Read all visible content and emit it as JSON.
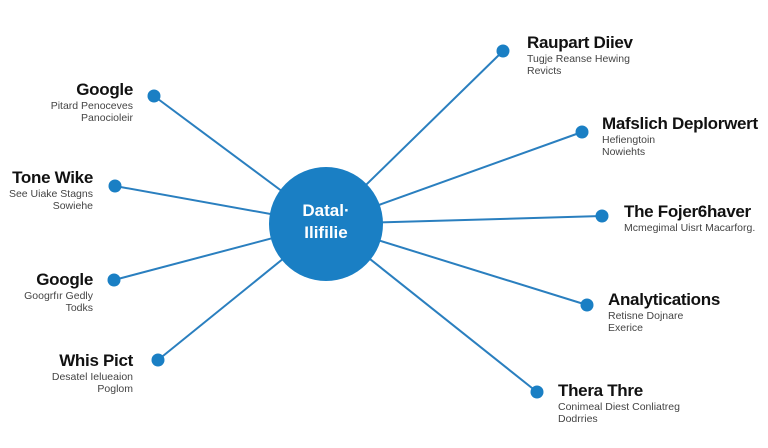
{
  "accent_color": "#1a7fc4",
  "line_color": "#2a7fbf",
  "hub": {
    "line1": "Datal·",
    "line2": "Ilifilie"
  },
  "nodes": [
    {
      "title": "Google",
      "sub1": "Pitard Penoceves",
      "sub2": "Panocioleir"
    },
    {
      "title": "Tone Wike",
      "sub1": "See Uiake Stagns",
      "sub2": "Sowiehe"
    },
    {
      "title": "Google",
      "sub1": "Googrfır Gedly",
      "sub2": "Todks"
    },
    {
      "title": "Whis Pict",
      "sub1": "Desatel Ielueaion",
      "sub2": "Poglom"
    },
    {
      "title": "Raupart Diiev",
      "sub1": "Tugje Reanse Hewing",
      "sub2": "Revicts"
    },
    {
      "title": "Mafslich Deplorwert",
      "sub1": "Hefiengtoin",
      "sub2": "Nowiehts"
    },
    {
      "title": "The Fojer6haver",
      "sub1": "Mcmegimal Uisrt Macarforg.",
      "sub2": ""
    },
    {
      "title": "Analytications",
      "sub1": "Retisne Dojnare",
      "sub2": "Exerice"
    },
    {
      "title": "Thera Thre",
      "sub1": "Conimeal Diest Conliatreg",
      "sub2": "Dodrries"
    }
  ]
}
